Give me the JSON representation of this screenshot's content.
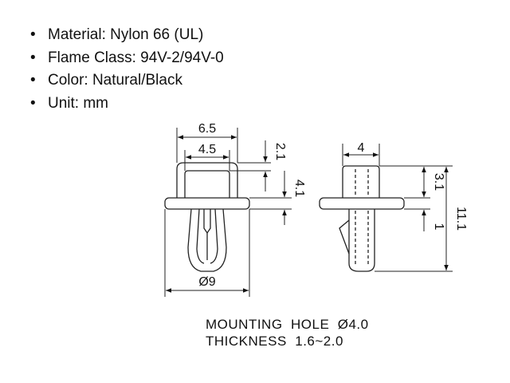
{
  "specs": [
    {
      "label": "Material: Nylon 66 (UL)"
    },
    {
      "label": "Flame Class: 94V-2/94V-0"
    },
    {
      "label": "Color: Natural/Black"
    },
    {
      "label": "Unit: mm"
    }
  ],
  "bullet": "•",
  "dimensions": {
    "front_outer_width": "6.5",
    "front_inner_width": "4.5",
    "front_top_height": "2.1",
    "front_head_height": "4.1",
    "front_diameter": "Ø9",
    "side_width": "4",
    "side_top_height": "3.1",
    "side_flange": "1",
    "side_total_height": "11.1"
  },
  "notes": {
    "mounting_hole": "MOUNTING  HOLE  Ø4.0",
    "thickness": "THICKNESS  1.6~2.0"
  }
}
